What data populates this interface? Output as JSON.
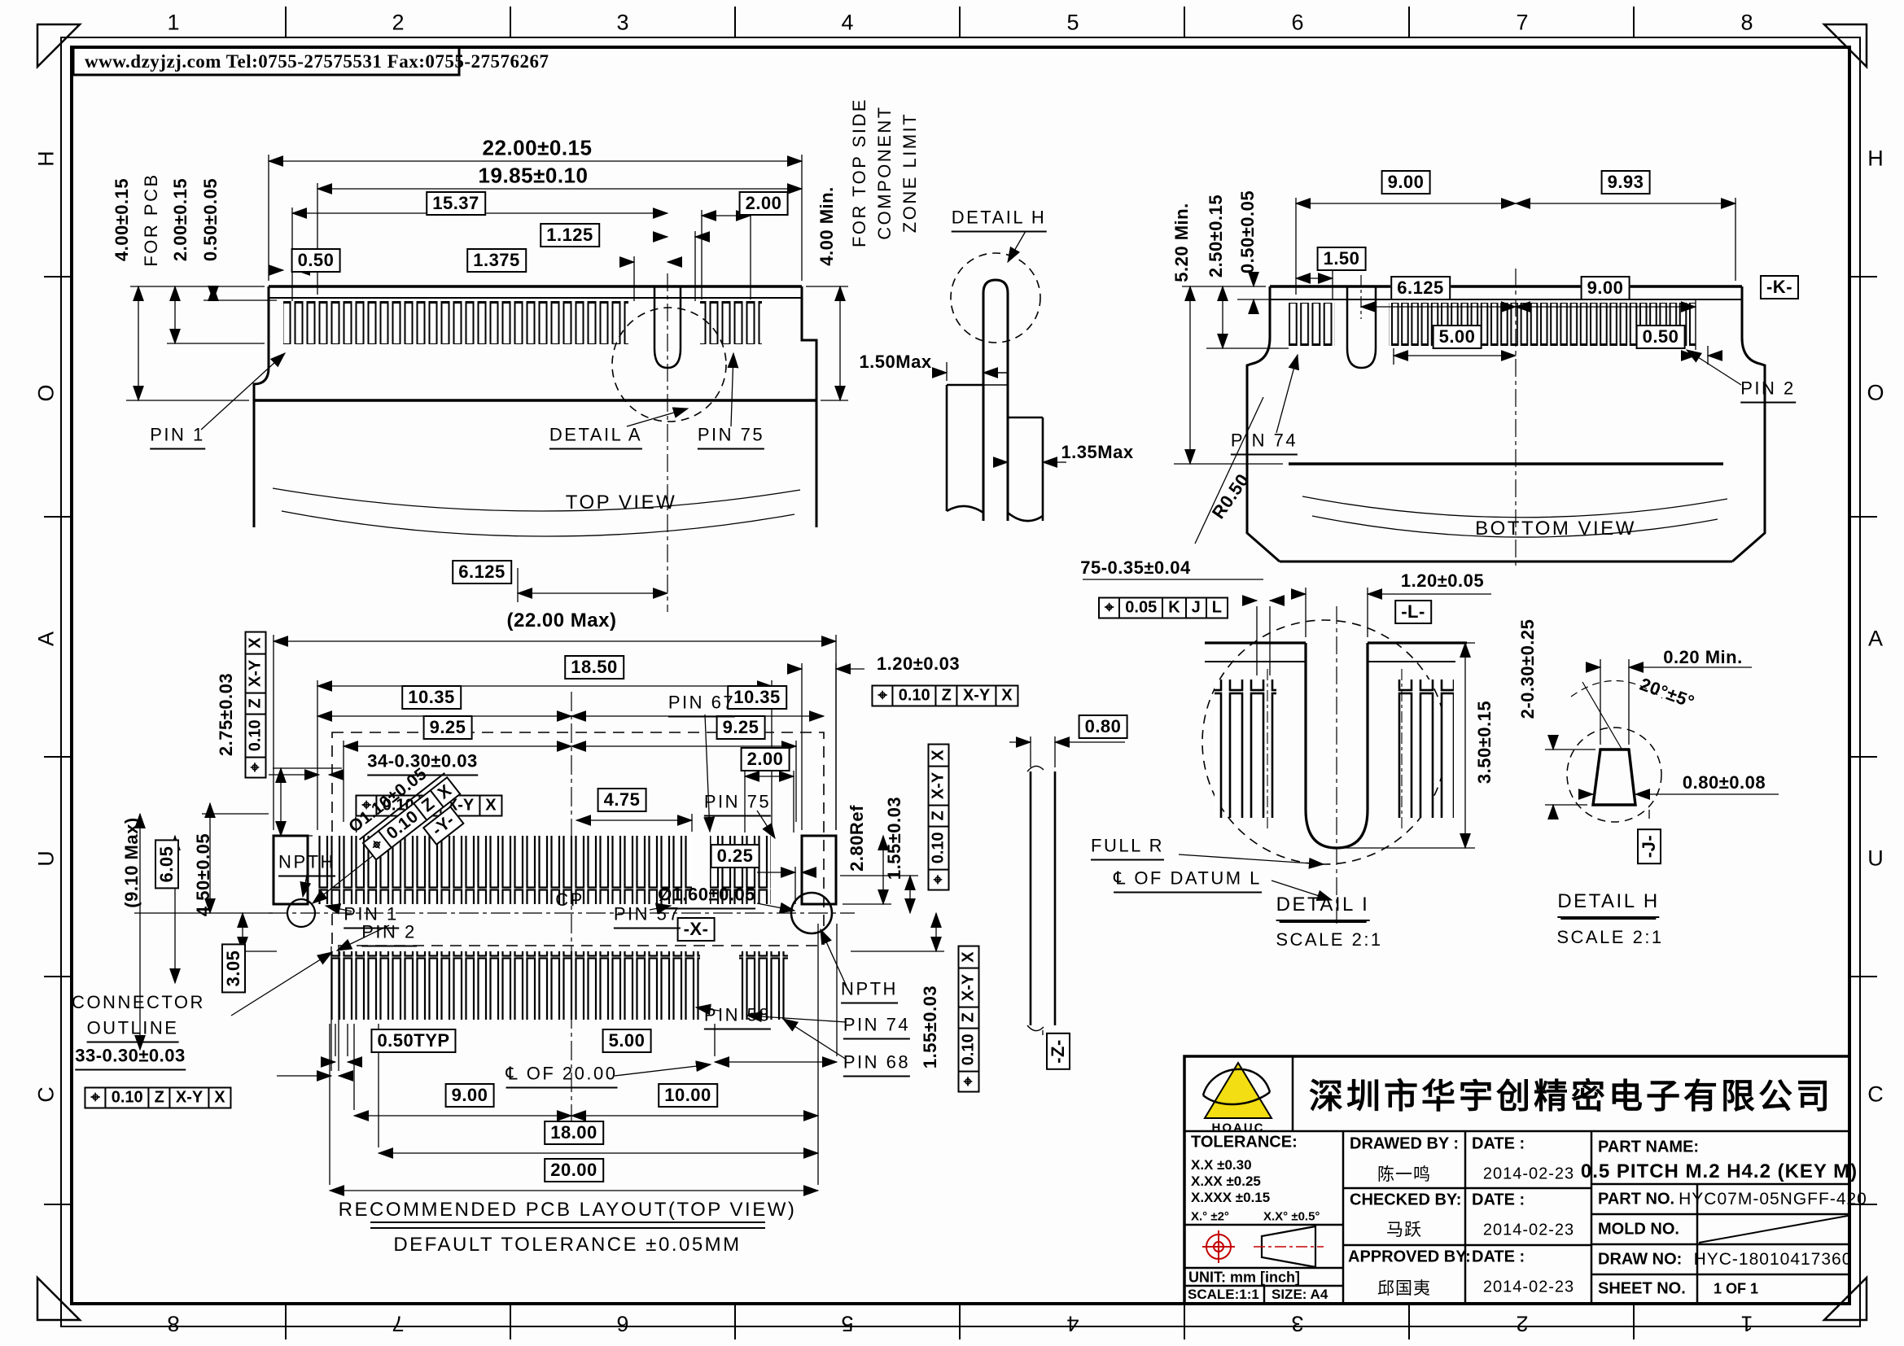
{
  "sheet": {
    "info_bar": "www.dzyjzj.com   Tel:0755-27575531   Fax:0755-27576267",
    "zone_numbers": [
      "1",
      "2",
      "3",
      "4",
      "5",
      "6",
      "7",
      "8"
    ],
    "zone_letters": [
      "H",
      "O",
      "A",
      "U",
      "C"
    ]
  },
  "top_view": {
    "title": "TOP VIEW",
    "dim_22": "22.00±0.15",
    "dim_1985": "19.85±0.10",
    "dim_1537": "15.37",
    "dim_1125": "1.125",
    "dim_1375": "1.375",
    "dim_200": "2.00",
    "dim_050": "0.50",
    "dim_400min": "4.00 Min.",
    "zone_limit_1": "FOR TOP SIDE",
    "zone_limit_2": "COMPONENT",
    "zone_limit_3": "ZONE LIMIT",
    "dim_400": "4.00±0.15",
    "for_pcb": "FOR PCB",
    "dim_200v": "2.00±0.15",
    "dim_050v": "0.50±0.05",
    "pin1": "PIN 1",
    "detail_a": "DETAIL A",
    "pin75": "PIN 75",
    "dim_6125": "6.125"
  },
  "side_view": {
    "detail_h": "DETAIL H",
    "dim_150max": "1.50Max",
    "dim_135max": "1.35Max"
  },
  "bottom_view": {
    "title": "BOTTOM VIEW",
    "dim_900a": "9.00",
    "dim_993": "9.93",
    "dim_150": "1.50",
    "dim_6125": "6.125",
    "dim_900b": "9.00",
    "dim_500": "5.00",
    "dim_050": "0.50",
    "dim_520": "5.20 Min.",
    "dim_250": "2.50±0.15",
    "dim_050v": "0.50±0.05",
    "datum_k": "-K-",
    "pin74": "PIN 74",
    "pin2": "PIN 2",
    "r050": "R0.50"
  },
  "pcb": {
    "title": "RECOMMENDED PCB LAYOUT(TOP VIEW)",
    "subtitle": "DEFAULT TOLERANCE ±0.05MM",
    "dim_2200max": "(22.00 Max)",
    "dim_1850": "18.50",
    "dim_1035l": "10.35",
    "dim_1035r": "10.35",
    "dim_925l": "9.25",
    "dim_925r": "9.25",
    "dim_34": "34-0.30±0.03",
    "fcf34": [
      "⌖",
      "0.10",
      "Z",
      "X-Y",
      "X"
    ],
    "dim_475": "4.75",
    "dim_275": "2.75±0.03",
    "fcf275": [
      "X",
      "X-Y",
      "Z",
      "0.10",
      "⌖"
    ],
    "dim_910max": "(9.10 Max)",
    "dim_605": "6.05",
    "dim_450": "4.50±0.05",
    "dim_305": "3.05",
    "npth_l": "NPTH",
    "dia_110": "Ø1.10±0.05",
    "fcf110": [
      "⌖",
      "0.10",
      "Z",
      "X"
    ],
    "datum_y": "-Y-",
    "cp": "CP",
    "dia_160": "Ø1.60±0.05",
    "datum_x": "-X-",
    "pin1": "PIN 1",
    "pin2": "PIN 2",
    "pin57": "PIN 57",
    "pin58": "PIN 58",
    "pin67": "PIN 67",
    "pin68": "PIN 68",
    "pin74": "PIN 74",
    "pin75": "PIN 75",
    "npth_r": "NPTH",
    "dim_200": "2.00",
    "dim_120": "1.20±0.03",
    "fcf120": [
      "⌖",
      "0.10",
      "Z",
      "X-Y",
      "X"
    ],
    "dim_025": "0.25",
    "dim_280": "2.80Ref",
    "dim_155a": "1.55±0.03",
    "fcf155a": [
      "X",
      "X-Y",
      "Z",
      "0.10",
      "⌖"
    ],
    "dim_155b": "1.55±0.03",
    "fcf155b": [
      "X",
      "X-Y",
      "Z",
      "0.10",
      "⌖"
    ],
    "dim_33": "33-0.30±0.03",
    "fcf33": [
      "⌖",
      "0.10",
      "Z",
      "X-Y",
      "X"
    ],
    "connector_outline_1": "CONNECTOR",
    "connector_outline_2": "OUTLINE",
    "dim_050typ": "0.50TYP",
    "dim_500": "5.00",
    "cl_of_20": "℄ OF 20.00",
    "dim_900": "9.00",
    "dim_1000": "10.00",
    "dim_1800": "18.00",
    "dim_2000": "20.00",
    "dim_080": "0.80",
    "datum_z": "-Z-"
  },
  "detail_i": {
    "title": "DETAIL I",
    "scale": "SCALE 2:1",
    "dim_75": "75-0.35±0.04",
    "fcf75": [
      "⌖",
      "0.05",
      "K",
      "J",
      "L"
    ],
    "dim_120": "1.20±0.05",
    "datum_l": "-L-",
    "dim_350": "3.50±0.15",
    "full_r": "FULL R",
    "cl_datum": "℄ OF DATUM L"
  },
  "detail_h": {
    "title": "DETAIL H",
    "scale": "SCALE 2:1",
    "dim_2": "2-0.30±0.25",
    "dim_020": "0.20 Min.",
    "angle": "20°±5°",
    "dim_080": "0.80±0.08",
    "datum_j": "-J-"
  },
  "title_block": {
    "company": "深圳市华宇创精密电子有限公司",
    "logo": "HOAUC",
    "tolerance_title": "TOLERANCE:",
    "tol1": "X.X     ±0.30",
    "tol2": "X.XX   ±0.25",
    "tol3": "X.XXX ±0.15",
    "tol4": "X.°  ±2°",
    "tol5": "X.X°  ±0.5°",
    "unit": "UNIT:  mm  [inch]",
    "scale": "SCALE:1:1",
    "size": "SIZE:  A4",
    "drawed_by": "DRAWED  BY :",
    "drawed_name": "陈一鸣",
    "date_label1": "DATE :",
    "date1": "2014-02-23",
    "checked_by": "CHECKED  BY:",
    "checked_name": "马跃",
    "date_label2": "DATE :",
    "date2": "2014-02-23",
    "approved_by": "APPROVED  BY:",
    "approved_name": "邱国夷",
    "date_label3": "DATE :",
    "date3": "2014-02-23",
    "part_name_label": "PART  NAME:",
    "part_name": "0.5 PITCH M.2 H4.2 (KEY M)",
    "part_no_label": "PART  NO.",
    "part_no": "HYC07M-05NGFF-420",
    "mold_no_label": "MOLD  NO.",
    "draw_no_label": "DRAW  NO:",
    "draw_no": "HYC-18010417360",
    "sheet_no_label": "SHEET  NO.",
    "sheet_no": "1 OF 1"
  }
}
